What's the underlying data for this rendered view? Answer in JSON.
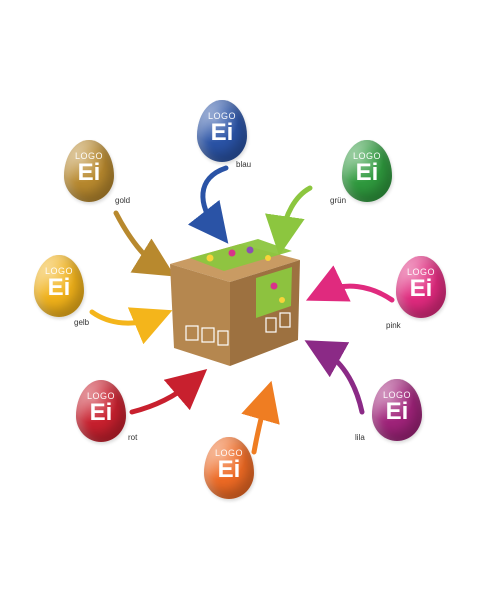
{
  "eggs": [
    {
      "id": "blau",
      "caption": "blau",
      "logo": "LOGO",
      "mark": "Ei",
      "color": "#2a53a6"
    },
    {
      "id": "gold",
      "caption": "gold",
      "logo": "LOGO",
      "mark": "Ei",
      "color": "#b8892e"
    },
    {
      "id": "gruen",
      "caption": "grün",
      "logo": "LOGO",
      "mark": "Ei",
      "color": "#2f9a3e"
    },
    {
      "id": "gelb",
      "caption": "gelb",
      "logo": "LOGO",
      "mark": "Ei",
      "color": "#f1b21a"
    },
    {
      "id": "pink",
      "caption": "pink",
      "logo": "LOGO",
      "mark": "Ei",
      "color": "#e02a7e"
    },
    {
      "id": "rot",
      "caption": "rot",
      "logo": "LOGO",
      "mark": "Ei",
      "color": "#c8202e"
    },
    {
      "id": "lila",
      "caption": "lila",
      "logo": "LOGO",
      "mark": "Ei",
      "color": "#a0237a"
    },
    {
      "id": "orange",
      "caption": "",
      "logo": "LOGO",
      "mark": "Ei",
      "color": "#ee6a24"
    }
  ],
  "box": {
    "color": "#b5874f",
    "band_color": "#8cc63f"
  }
}
